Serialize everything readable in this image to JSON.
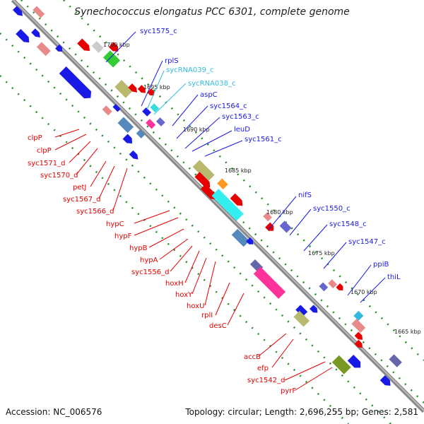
{
  "title": "Synechococcus elongatus PCC 6301, complete genome",
  "footer": {
    "accession": "Accession: NC_006576",
    "summary": "Topology: circular; Length: 2,696,255 bp; Genes: 2,581"
  },
  "ticks": [
    "1700 kbp",
    "1695 kbp",
    "1690 kbp",
    "1685 kbp",
    "1680 kbp",
    "1675 kbp",
    "1670 kbp",
    "1665 kbp"
  ],
  "colors": {
    "forward": "#1a1ae6",
    "reverse": "#e60000",
    "rna": "#33bbdd",
    "axis": "#888888"
  },
  "labels_forward": [
    "syc1575_c",
    "rplS",
    "sycRNA039_c",
    "sycRNA038_c",
    "aspC",
    "syc1564_c",
    "syc1563_c",
    "leuD",
    "syc1561_c",
    "nifS",
    "syc1550_c",
    "syc1548_c",
    "syc1547_c",
    "ppiB",
    "thiL"
  ],
  "labels_reverse": [
    "clpP",
    "clpP",
    "syc1571_d",
    "syc1570_d",
    "petJ",
    "syc1567_d",
    "syc1566_d",
    "hypC",
    "hypF",
    "hypB",
    "hypA",
    "syc1556_d",
    "hoxH",
    "hoxY",
    "hoxU",
    "rplI",
    "desC",
    "accB",
    "efp",
    "syc1542_d",
    "pyrF"
  ]
}
